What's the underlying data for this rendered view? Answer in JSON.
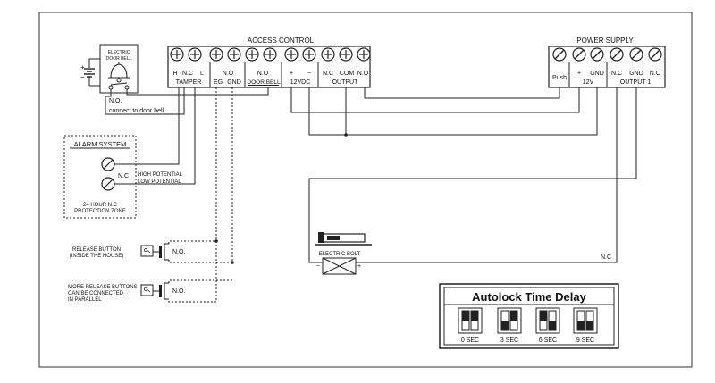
{
  "access_control": {
    "title": "ACCESS CONTROL",
    "terminals": [
      "H",
      "N.C",
      "L",
      "N.O",
      "N.O",
      "+",
      "−",
      "N.C",
      "COM",
      "N.O"
    ],
    "groups": [
      "TAMPER",
      "EG",
      "GND",
      "DOOR BELL",
      "12VDC",
      "OUTPUT"
    ]
  },
  "power_supply": {
    "title": "POWER SUPPLY",
    "terminals": [
      "Push",
      "+",
      "GND",
      "N.C",
      "GND",
      "N.O"
    ],
    "groups": [
      "12V",
      "OUTPUT 1"
    ]
  },
  "doorbell": {
    "title_line1": "ELECTRIC",
    "title_line2": "DOOR BELL",
    "contact": "N.O.",
    "note": "connect to door bell"
  },
  "alarm": {
    "title": "ALARM SYSTEM",
    "contact": "N.C",
    "high": "HIGH POTENTIAL",
    "low": "LOW POTENTIAL",
    "zone_line1": "24 HOUR N.C",
    "zone_line2": "PROTECTION ZONE"
  },
  "release_button": {
    "line1": "RELEASE BUTTON",
    "line2": "(INSIDE THE HOUSE)",
    "contact": "N.O."
  },
  "more_buttons": {
    "line1": "MORE RELEASE BUTTONS",
    "line2": "CAN BE CONNECTED",
    "line3": "IN PARALLEL",
    "contact": "N.O."
  },
  "bolt": {
    "label": "ELECTRIC BOLT",
    "nc_label": "N.C"
  },
  "autolock": {
    "title": "Autolock Time Delay",
    "settings": [
      "0 SEC",
      "3 SEC",
      "6 SEC",
      "9 SEC"
    ]
  }
}
